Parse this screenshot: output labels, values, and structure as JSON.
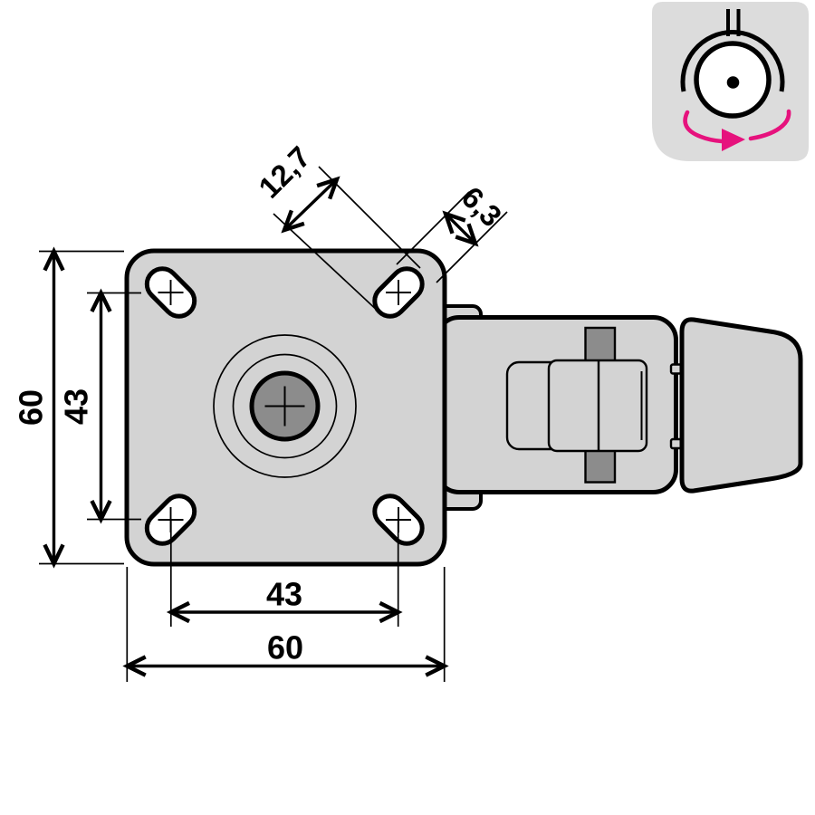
{
  "dims": {
    "plate_size_v": "60",
    "hole_pitch_v": "43",
    "hole_pitch_h": "43",
    "plate_size_h": "60",
    "slot_length": "12,7",
    "slot_width": "6,3"
  },
  "colors": {
    "outline": "#000000",
    "part_fill": "#d3d3d3",
    "dark_fill": "#8c8c8c",
    "icon_panel_fill": "#dcdcdc",
    "slot_fill": "#ffffff",
    "accent_pink": "#e6127d",
    "background": "#ffffff"
  },
  "icons": {
    "swivel_caster": "swivel-caster-rotation-icon"
  }
}
